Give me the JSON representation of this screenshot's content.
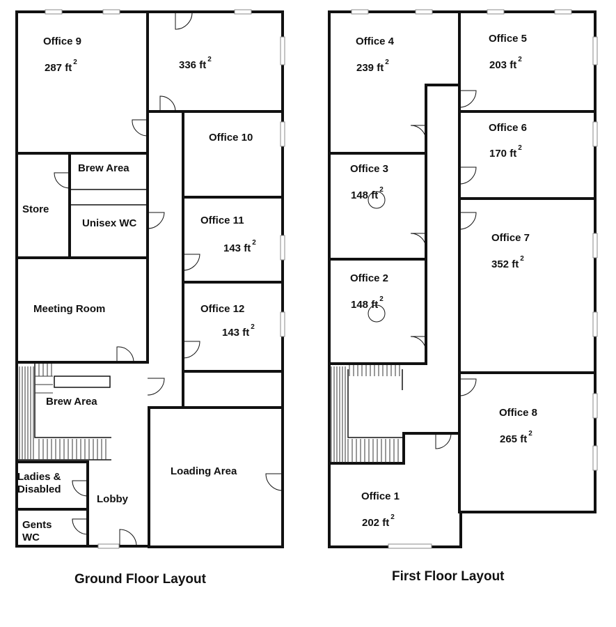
{
  "ground_floor": {
    "title": "Ground Floor Layout",
    "rooms": {
      "office9": {
        "label": "Office 9",
        "area": "287 ft",
        "exp": "2"
      },
      "room336": {
        "area": "336 ft",
        "exp": "2"
      },
      "office10": {
        "label": "Office 10"
      },
      "brew_area_top": {
        "label": "Brew Area"
      },
      "store": {
        "label": "Store"
      },
      "unisex_wc": {
        "label": "Unisex WC"
      },
      "office11": {
        "label": "Office 11",
        "area": "143 ft",
        "exp": "2"
      },
      "meeting_room": {
        "label": "Meeting Room"
      },
      "office12": {
        "label": "Office 12",
        "area": "143 ft",
        "exp": "2"
      },
      "brew_area_bottom": {
        "label": "Brew Area"
      },
      "loading_area": {
        "label": "Loading Area"
      },
      "ladies": {
        "label": "Ladies & Disabled"
      },
      "lobby": {
        "label": "Lobby"
      },
      "gents": {
        "label": "Gents WC"
      }
    }
  },
  "first_floor": {
    "title": "First Floor Layout",
    "rooms": {
      "office4": {
        "label": "Office 4",
        "area": "239 ft",
        "exp": "2"
      },
      "office5": {
        "label": "Office 5",
        "area": "203 ft",
        "exp": "2"
      },
      "office6": {
        "label": "Office 6",
        "area": "170 ft",
        "exp": "2"
      },
      "office3": {
        "label": "Office 3",
        "area": "148 ft",
        "exp": "2"
      },
      "office7": {
        "label": "Office 7",
        "area": "352 ft",
        "exp": "2"
      },
      "office2": {
        "label": "Office 2",
        "area": "148 ft",
        "exp": "2"
      },
      "office8": {
        "label": "Office 8",
        "area": "265 ft",
        "exp": "2"
      },
      "office1": {
        "label": "Office 1",
        "area": "202 ft",
        "exp": "2"
      }
    }
  }
}
